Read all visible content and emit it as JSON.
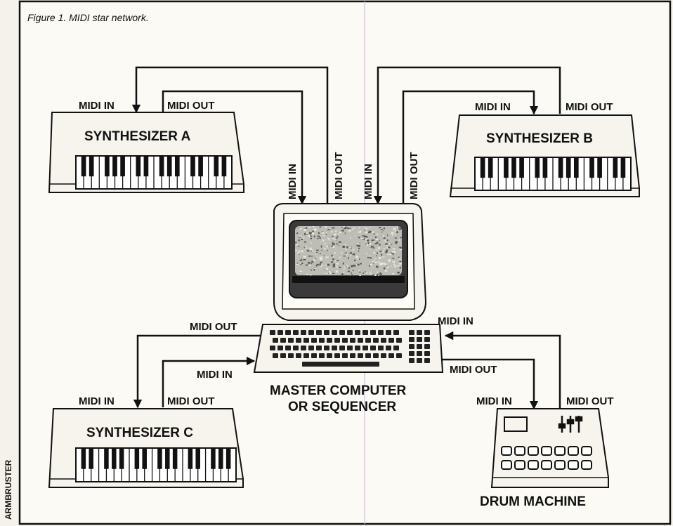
{
  "caption": "Figure 1. MIDI star network.",
  "credit": "ARMBRUSTER",
  "devices": {
    "synth_a": "SYNTHESIZER A",
    "synth_b": "SYNTHESIZER B",
    "synth_c": "SYNTHESIZER C",
    "master_line1": "MASTER COMPUTER",
    "master_line2": "OR SEQUENCER",
    "drum": "DRUM MACHINE"
  },
  "ports": {
    "midi_in": "MIDI IN",
    "midi_out": "MIDI OUT"
  }
}
